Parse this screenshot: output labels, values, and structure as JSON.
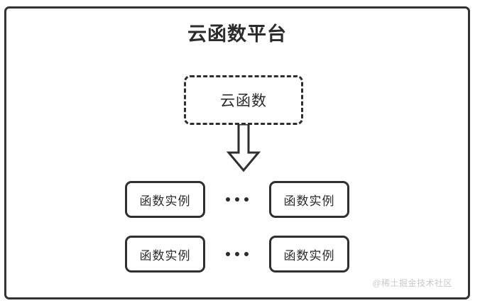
{
  "diagram": {
    "title": "云函数平台",
    "cloud_function": {
      "label": "云函数",
      "border_style": "dashed"
    },
    "arrow": {
      "name": "down-block-arrow",
      "direction": "down"
    },
    "ellipsis": "•••",
    "rows": [
      {
        "left_instance": "函数实例",
        "right_instance": "函数实例"
      },
      {
        "left_instance": "函数实例",
        "right_instance": "函数实例"
      }
    ],
    "watermark": "@稀土掘金技术社区",
    "colors": {
      "stroke": "#2f2f2f",
      "title_text": "#2b2b2b",
      "background": "#ffffff",
      "watermark_text": "#c9c9c9"
    }
  }
}
